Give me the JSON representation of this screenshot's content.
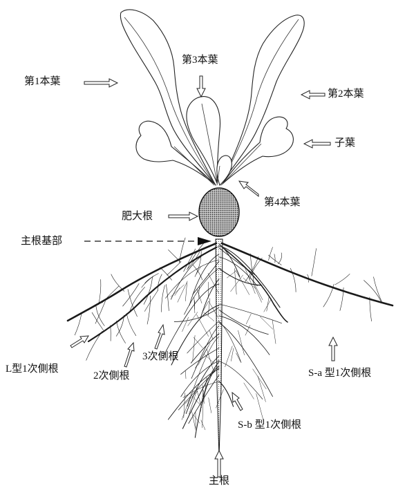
{
  "labels": {
    "leaf1": "第1本葉",
    "leaf2": "第2本葉",
    "leaf3": "第3本葉",
    "leaf4": "第4本葉",
    "cotyledon": "子葉",
    "storage_root": "肥大根",
    "taproot_base": "主根基部",
    "l_type_lateral": "L型1次側根",
    "secondary_lateral": "2次側根",
    "tertiary_lateral": "3次側根",
    "sa_type_lateral": "S-a 型1次側根",
    "sb_type_lateral": "S-b 型1次側根",
    "taproot": "主根"
  },
  "colors": {
    "line": "#1a1a1a",
    "background": "#ffffff",
    "storage_root_fill": "#9a9a9a"
  }
}
